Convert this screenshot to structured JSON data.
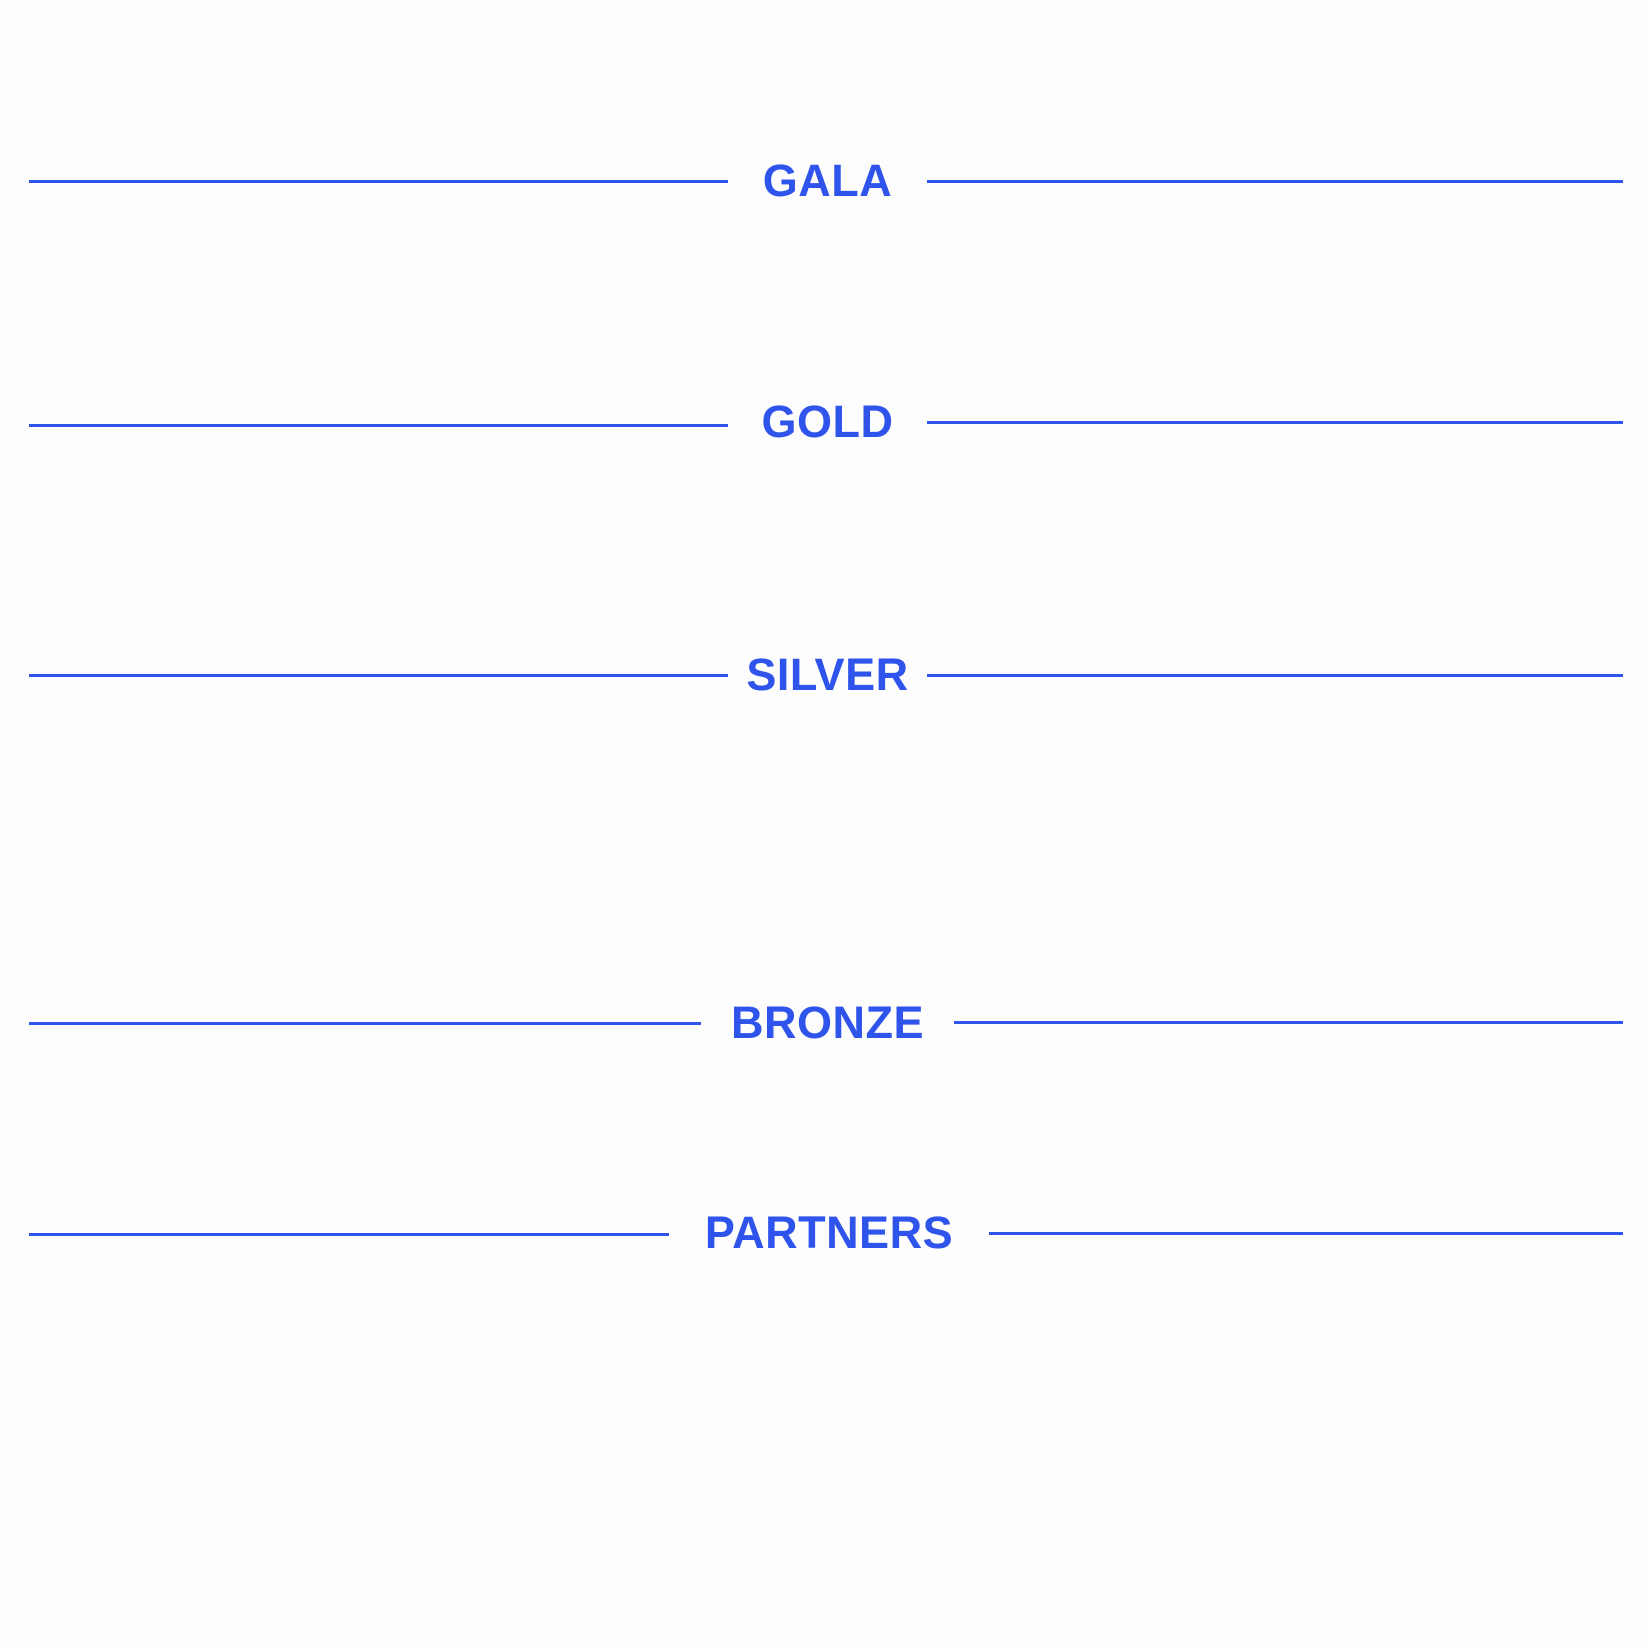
{
  "colors": {
    "accent": "#2f54eb",
    "background": "#fdfdfd"
  },
  "tiers": [
    {
      "label": "GALA"
    },
    {
      "label": "GOLD"
    },
    {
      "label": "SILVER"
    },
    {
      "label": "BRONZE"
    },
    {
      "label": "PARTNERS"
    }
  ]
}
